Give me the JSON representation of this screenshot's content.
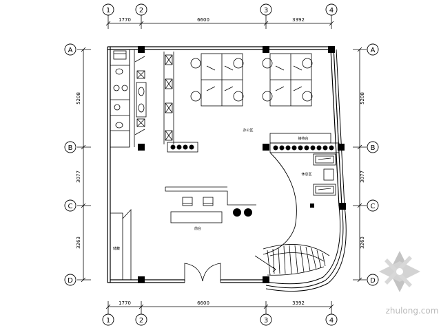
{
  "axes": {
    "columns": [
      "1",
      "2",
      "3",
      "4"
    ],
    "rows": [
      "A",
      "B",
      "C",
      "D"
    ]
  },
  "dimensions": {
    "top": [
      "1770",
      "6600",
      "3392"
    ],
    "bottom": [
      "1770",
      "6600",
      "3392"
    ],
    "left": [
      "5208",
      "3077",
      "3263"
    ],
    "right": [
      "5208",
      "3077",
      "3263"
    ]
  },
  "labels": {
    "office": "办公区",
    "reception_counter": "接待台",
    "lounge": "休息区",
    "front_desk": "前台",
    "storage": "储藏"
  },
  "watermark": {
    "text": "zhulong.com"
  },
  "colors": {
    "line": "#000000",
    "watermark": "#b9b9b9"
  }
}
